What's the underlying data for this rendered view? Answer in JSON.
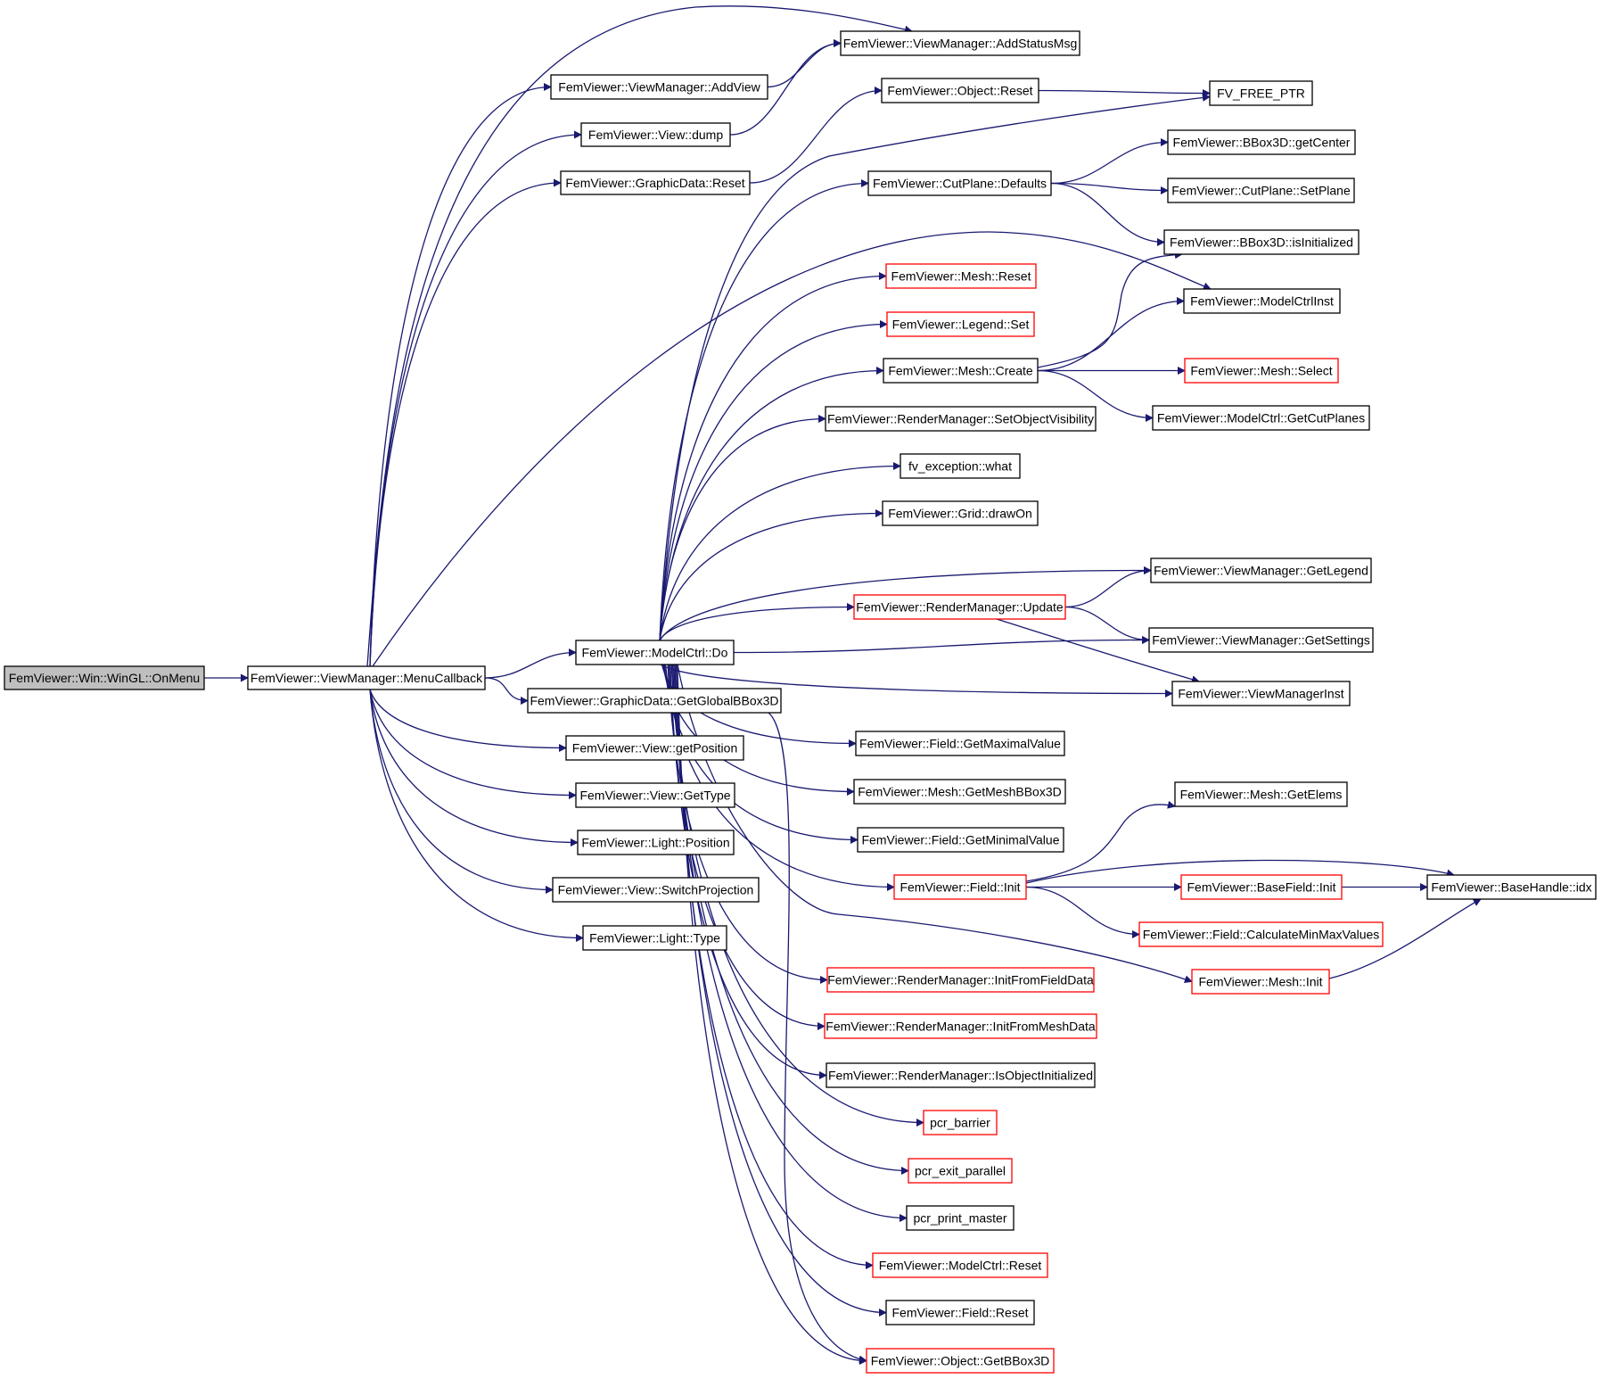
{
  "colors": {
    "edge": "#191970",
    "arrowhead": "#191970",
    "node_border": "#000000",
    "node_border_external": "#ff0000",
    "root_fill": "#bfbfbf",
    "node_fill": "#ffffff",
    "text": "#000000"
  },
  "nodes": {
    "onmenu": {
      "label": "FemViewer::Win::WinGL::OnMenu"
    },
    "menucallback": {
      "label": "FemViewer::ViewManager::MenuCallback"
    },
    "addstatusmsg": {
      "label": "FemViewer::ViewManager::AddStatusMsg"
    },
    "addview": {
      "label": "FemViewer::ViewManager::AddView"
    },
    "viewdump": {
      "label": "FemViewer::View::dump"
    },
    "gdreset": {
      "label": "FemViewer::GraphicData::Reset"
    },
    "objreset": {
      "label": "FemViewer::Object::Reset"
    },
    "fvfree": {
      "label": "FV_FREE_PTR"
    },
    "getcenter": {
      "label": "FemViewer::BBox3D::getCenter"
    },
    "cpdefaults": {
      "label": "FemViewer::CutPlane::Defaults"
    },
    "setplane": {
      "label": "FemViewer::CutPlane::SetPlane"
    },
    "isinit": {
      "label": "FemViewer::BBox3D::isInitialized"
    },
    "meshreset": {
      "label": "FemViewer::Mesh::Reset"
    },
    "modelctrlinst": {
      "label": "FemViewer::ModelCtrlInst"
    },
    "legendset": {
      "label": "FemViewer::Legend::Set"
    },
    "meshcreate": {
      "label": "FemViewer::Mesh::Create"
    },
    "meshselect": {
      "label": "FemViewer::Mesh::Select"
    },
    "getcutplanes": {
      "label": "FemViewer::ModelCtrl::GetCutPlanes"
    },
    "setobjvis": {
      "label": "FemViewer::RenderManager::SetObjectVisibility"
    },
    "fvwhat": {
      "label": "fv_exception::what"
    },
    "griddraw": {
      "label": "FemViewer::Grid::drawOn"
    },
    "getlegend": {
      "label": "FemViewer::ViewManager::GetLegend"
    },
    "rmupdate": {
      "label": "FemViewer::RenderManager::Update"
    },
    "modelctrldo": {
      "label": "FemViewer::ModelCtrl::Do"
    },
    "getsettings": {
      "label": "FemViewer::ViewManager::GetSettings"
    },
    "getglobalbbox": {
      "label": "FemViewer::GraphicData::GetGlobalBBox3D"
    },
    "vminst": {
      "label": "FemViewer::ViewManagerInst"
    },
    "getposition": {
      "label": "FemViewer::View::getPosition"
    },
    "getmaxval": {
      "label": "FemViewer::Field::GetMaximalValue"
    },
    "gettype": {
      "label": "FemViewer::View::GetType"
    },
    "getmeshbbox": {
      "label": "FemViewer::Mesh::GetMeshBBox3D"
    },
    "getelems": {
      "label": "FemViewer::Mesh::GetElems"
    },
    "lightpos": {
      "label": "FemViewer::Light::Position"
    },
    "getminval": {
      "label": "FemViewer::Field::GetMinimalValue"
    },
    "switchproj": {
      "label": "FemViewer::View::SwitchProjection"
    },
    "fieldinit": {
      "label": "FemViewer::Field::Init"
    },
    "basefieldinit": {
      "label": "FemViewer::BaseField::Init"
    },
    "basehandleidx": {
      "label": "FemViewer::BaseHandle::idx"
    },
    "lighttype": {
      "label": "FemViewer::Light::Type"
    },
    "calcminmax": {
      "label": "FemViewer::Field::CalculateMinMaxValues"
    },
    "initfield": {
      "label": "FemViewer::RenderManager::InitFromFieldData"
    },
    "meshinit": {
      "label": "FemViewer::Mesh::Init"
    },
    "initmesh": {
      "label": "FemViewer::RenderManager::InitFromMeshData"
    },
    "isobjinit": {
      "label": "FemViewer::RenderManager::IsObjectInitialized"
    },
    "pcrbarrier": {
      "label": "pcr_barrier"
    },
    "pcrexit": {
      "label": "pcr_exit_parallel"
    },
    "pcrprint": {
      "label": "pcr_print_master"
    },
    "mcreset": {
      "label": "FemViewer::ModelCtrl::Reset"
    },
    "fieldreset": {
      "label": "FemViewer::Field::Reset"
    },
    "getbbox": {
      "label": "FemViewer::Object::GetBBox3D"
    }
  },
  "edges": [
    {
      "from": "FemViewer::Win::WinGL::OnMenu",
      "to": "FemViewer::ViewManager::MenuCallback"
    },
    {
      "from": "FemViewer::ViewManager::MenuCallback",
      "to": "FemViewer::ViewManager::AddStatusMsg"
    },
    {
      "from": "FemViewer::ViewManager::MenuCallback",
      "to": "FemViewer::ViewManager::AddView"
    },
    {
      "from": "FemViewer::ViewManager::MenuCallback",
      "to": "FemViewer::View::dump"
    },
    {
      "from": "FemViewer::ViewManager::MenuCallback",
      "to": "FemViewer::GraphicData::Reset"
    },
    {
      "from": "FemViewer::ViewManager::MenuCallback",
      "to": "FemViewer::ModelCtrlInst"
    },
    {
      "from": "FemViewer::ViewManager::MenuCallback",
      "to": "FemViewer::ModelCtrl::Do"
    },
    {
      "from": "FemViewer::ViewManager::MenuCallback",
      "to": "FemViewer::GraphicData::GetGlobalBBox3D"
    },
    {
      "from": "FemViewer::ViewManager::MenuCallback",
      "to": "FemViewer::View::getPosition"
    },
    {
      "from": "FemViewer::ViewManager::MenuCallback",
      "to": "FemViewer::View::GetType"
    },
    {
      "from": "FemViewer::ViewManager::MenuCallback",
      "to": "FemViewer::Light::Position"
    },
    {
      "from": "FemViewer::ViewManager::MenuCallback",
      "to": "FemViewer::View::SwitchProjection"
    },
    {
      "from": "FemViewer::ViewManager::MenuCallback",
      "to": "FemViewer::Light::Type"
    },
    {
      "from": "FemViewer::ViewManager::AddView",
      "to": "FemViewer::ViewManager::AddStatusMsg"
    },
    {
      "from": "FemViewer::View::dump",
      "to": "FemViewer::ViewManager::AddStatusMsg"
    },
    {
      "from": "FemViewer::GraphicData::Reset",
      "to": "FemViewer::Object::Reset"
    },
    {
      "from": "FemViewer::Object::Reset",
      "to": "FV_FREE_PTR"
    },
    {
      "from": "FemViewer::ModelCtrl::Do",
      "to": "FV_FREE_PTR"
    },
    {
      "from": "FemViewer::ModelCtrl::Do",
      "to": "FemViewer::CutPlane::Defaults"
    },
    {
      "from": "FemViewer::ModelCtrl::Do",
      "to": "FemViewer::Mesh::Reset"
    },
    {
      "from": "FemViewer::ModelCtrl::Do",
      "to": "FemViewer::Legend::Set"
    },
    {
      "from": "FemViewer::ModelCtrl::Do",
      "to": "FemViewer::Mesh::Create"
    },
    {
      "from": "FemViewer::ModelCtrl::Do",
      "to": "FemViewer::RenderManager::SetObjectVisibility"
    },
    {
      "from": "FemViewer::ModelCtrl::Do",
      "to": "fv_exception::what"
    },
    {
      "from": "FemViewer::ModelCtrl::Do",
      "to": "FemViewer::Grid::drawOn"
    },
    {
      "from": "FemViewer::ModelCtrl::Do",
      "to": "FemViewer::ViewManager::GetLegend"
    },
    {
      "from": "FemViewer::ModelCtrl::Do",
      "to": "FemViewer::RenderManager::Update"
    },
    {
      "from": "FemViewer::ModelCtrl::Do",
      "to": "FemViewer::ViewManager::GetSettings"
    },
    {
      "from": "FemViewer::ModelCtrl::Do",
      "to": "FemViewer::ViewManagerInst"
    },
    {
      "from": "FemViewer::ModelCtrl::Do",
      "to": "FemViewer::Field::GetMaximalValue"
    },
    {
      "from": "FemViewer::ModelCtrl::Do",
      "to": "FemViewer::Mesh::GetMeshBBox3D"
    },
    {
      "from": "FemViewer::ModelCtrl::Do",
      "to": "FemViewer::Field::GetMinimalValue"
    },
    {
      "from": "FemViewer::ModelCtrl::Do",
      "to": "FemViewer::Field::Init"
    },
    {
      "from": "FemViewer::ModelCtrl::Do",
      "to": "FemViewer::Mesh::Init"
    },
    {
      "from": "FemViewer::ModelCtrl::Do",
      "to": "FemViewer::RenderManager::InitFromFieldData"
    },
    {
      "from": "FemViewer::ModelCtrl::Do",
      "to": "FemViewer::RenderManager::InitFromMeshData"
    },
    {
      "from": "FemViewer::ModelCtrl::Do",
      "to": "FemViewer::RenderManager::IsObjectInitialized"
    },
    {
      "from": "FemViewer::ModelCtrl::Do",
      "to": "pcr_barrier"
    },
    {
      "from": "FemViewer::ModelCtrl::Do",
      "to": "pcr_exit_parallel"
    },
    {
      "from": "FemViewer::ModelCtrl::Do",
      "to": "pcr_print_master"
    },
    {
      "from": "FemViewer::ModelCtrl::Do",
      "to": "FemViewer::ModelCtrl::Reset"
    },
    {
      "from": "FemViewer::ModelCtrl::Do",
      "to": "FemViewer::Field::Reset"
    },
    {
      "from": "FemViewer::ModelCtrl::Do",
      "to": "FemViewer::Object::GetBBox3D"
    },
    {
      "from": "FemViewer::CutPlane::Defaults",
      "to": "FemViewer::BBox3D::getCenter"
    },
    {
      "from": "FemViewer::CutPlane::Defaults",
      "to": "FemViewer::CutPlane::SetPlane"
    },
    {
      "from": "FemViewer::CutPlane::Defaults",
      "to": "FemViewer::BBox3D::isInitialized"
    },
    {
      "from": "FemViewer::Mesh::Create",
      "to": "FemViewer::BBox3D::isInitialized"
    },
    {
      "from": "FemViewer::Mesh::Create",
      "to": "FemViewer::ModelCtrlInst"
    },
    {
      "from": "FemViewer::Mesh::Create",
      "to": "FemViewer::Mesh::Select"
    },
    {
      "from": "FemViewer::Mesh::Create",
      "to": "FemViewer::ModelCtrl::GetCutPlanes"
    },
    {
      "from": "FemViewer::RenderManager::Update",
      "to": "FemViewer::ViewManager::GetLegend"
    },
    {
      "from": "FemViewer::RenderManager::Update",
      "to": "FemViewer::ViewManager::GetSettings"
    },
    {
      "from": "FemViewer::RenderManager::Update",
      "to": "FemViewer::ViewManagerInst"
    },
    {
      "from": "FemViewer::GraphicData::GetGlobalBBox3D",
      "to": "FemViewer::Object::GetBBox3D"
    },
    {
      "from": "FemViewer::Field::Init",
      "to": "FemViewer::Mesh::GetElems"
    },
    {
      "from": "FemViewer::Field::Init",
      "to": "FemViewer::BaseHandle::idx"
    },
    {
      "from": "FemViewer::Field::Init",
      "to": "FemViewer::BaseField::Init"
    },
    {
      "from": "FemViewer::Field::Init",
      "to": "FemViewer::Field::CalculateMinMaxValues"
    },
    {
      "from": "FemViewer::BaseField::Init",
      "to": "FemViewer::BaseHandle::idx"
    },
    {
      "from": "FemViewer::Mesh::Init",
      "to": "FemViewer::BaseHandle::idx"
    }
  ]
}
